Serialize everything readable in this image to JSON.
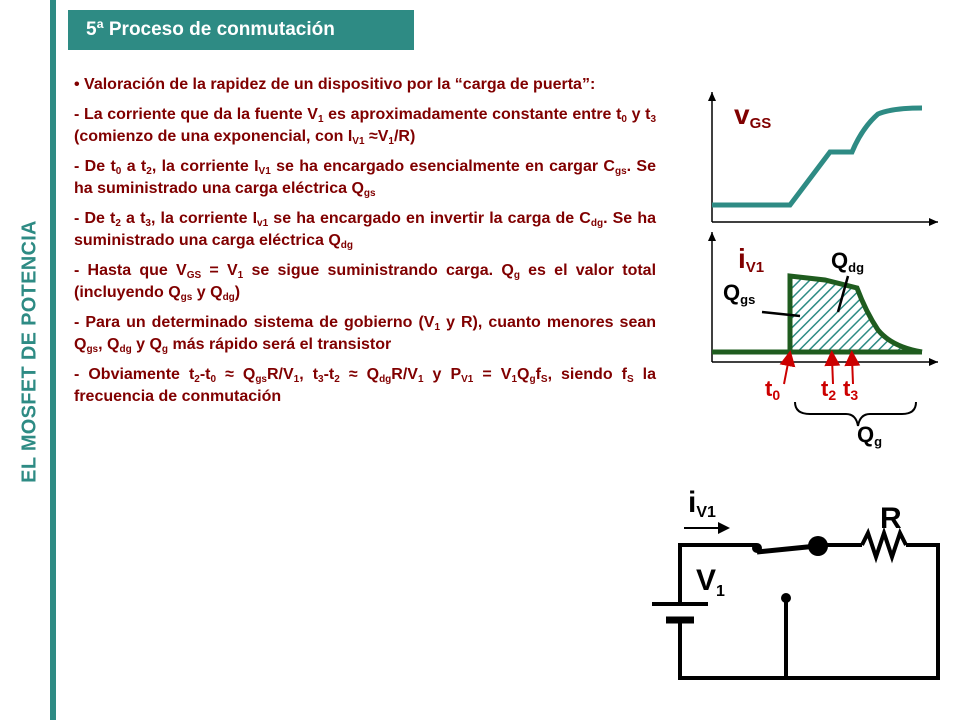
{
  "sidebar": {
    "title": "EL MOSFET DE POTENCIA"
  },
  "header": {
    "title": "5ª Proceso de conmutación"
  },
  "body": {
    "p1": "• Valoración de la rapidez de un dispositivo por la “carga de puerta”:",
    "p2a": "- La corriente que da la fuente V",
    "p2b": " es aproximadamente constante entre t",
    "p2c": " y t",
    "p2d": " (comienzo de una exponencial, con I",
    "p2e": " ≈V",
    "p2f": "/R)",
    "p3a": "- De t",
    "p3b": " a t",
    "p3c": ", la corriente I",
    "p3d": " se ha encargado esencialmente en cargar C",
    "p3e": ". Se ha suministrado una carga eléctrica Q",
    "p4a": "- De t",
    "p4b": " a t",
    "p4c": ", la corriente I",
    "p4d": " se ha encargado en invertir la carga de C",
    "p4e": ". Se ha suministrado una carga eléctrica Q",
    "p5a": "- Hasta que V",
    "p5b": " = V",
    "p5c": " se sigue suministrando carga.  Q",
    "p5d": " es el valor total (incluyendo Q",
    "p5e": " y Q",
    "p5f": ")",
    "p6a": "- Para un determinado sistema de gobierno (V",
    "p6b": " y R), cuanto menores sean Q",
    "p6c": ", Q",
    "p6d": " y Q",
    "p6e": " más rápido será el transistor",
    "p7a": "- Obviamente t",
    "p7b": "-t",
    "p7c": " ≈ Q",
    "p7d": "R/V",
    "p7e": ", t",
    "p7f": "-t",
    "p7g": " ≈ Q",
    "p7h": "R/V",
    "p7i": " y P",
    "p7j": " = V",
    "p7k": "Q",
    "p7l": "f",
    "p7m": ", siendo f",
    "p7n": " la frecuencia de conmutación",
    "s_1": "1",
    "s_0": "0",
    "s_2": "2",
    "s_3": "3",
    "s_V1": "V1",
    "s_v1": "v1",
    "s_gs": "gs",
    "s_dg": "dg",
    "s_GS": "GS",
    "s_g": "g",
    "s_S": "S"
  },
  "diagram": {
    "v": "v",
    "GS": "GS",
    "i": "i",
    "V1": "V1",
    "Q": "Q",
    "dg": "dg",
    "gs": "gs",
    "g": "g",
    "t": "t",
    "n0": "0",
    "n2": "2",
    "n3": "3",
    "V": "V",
    "n1": "1",
    "R": "R"
  },
  "colors": {
    "accent": "#2e8b84",
    "text": "#800000",
    "dark_green": "#1f5c1f",
    "red": "#cc0000"
  }
}
